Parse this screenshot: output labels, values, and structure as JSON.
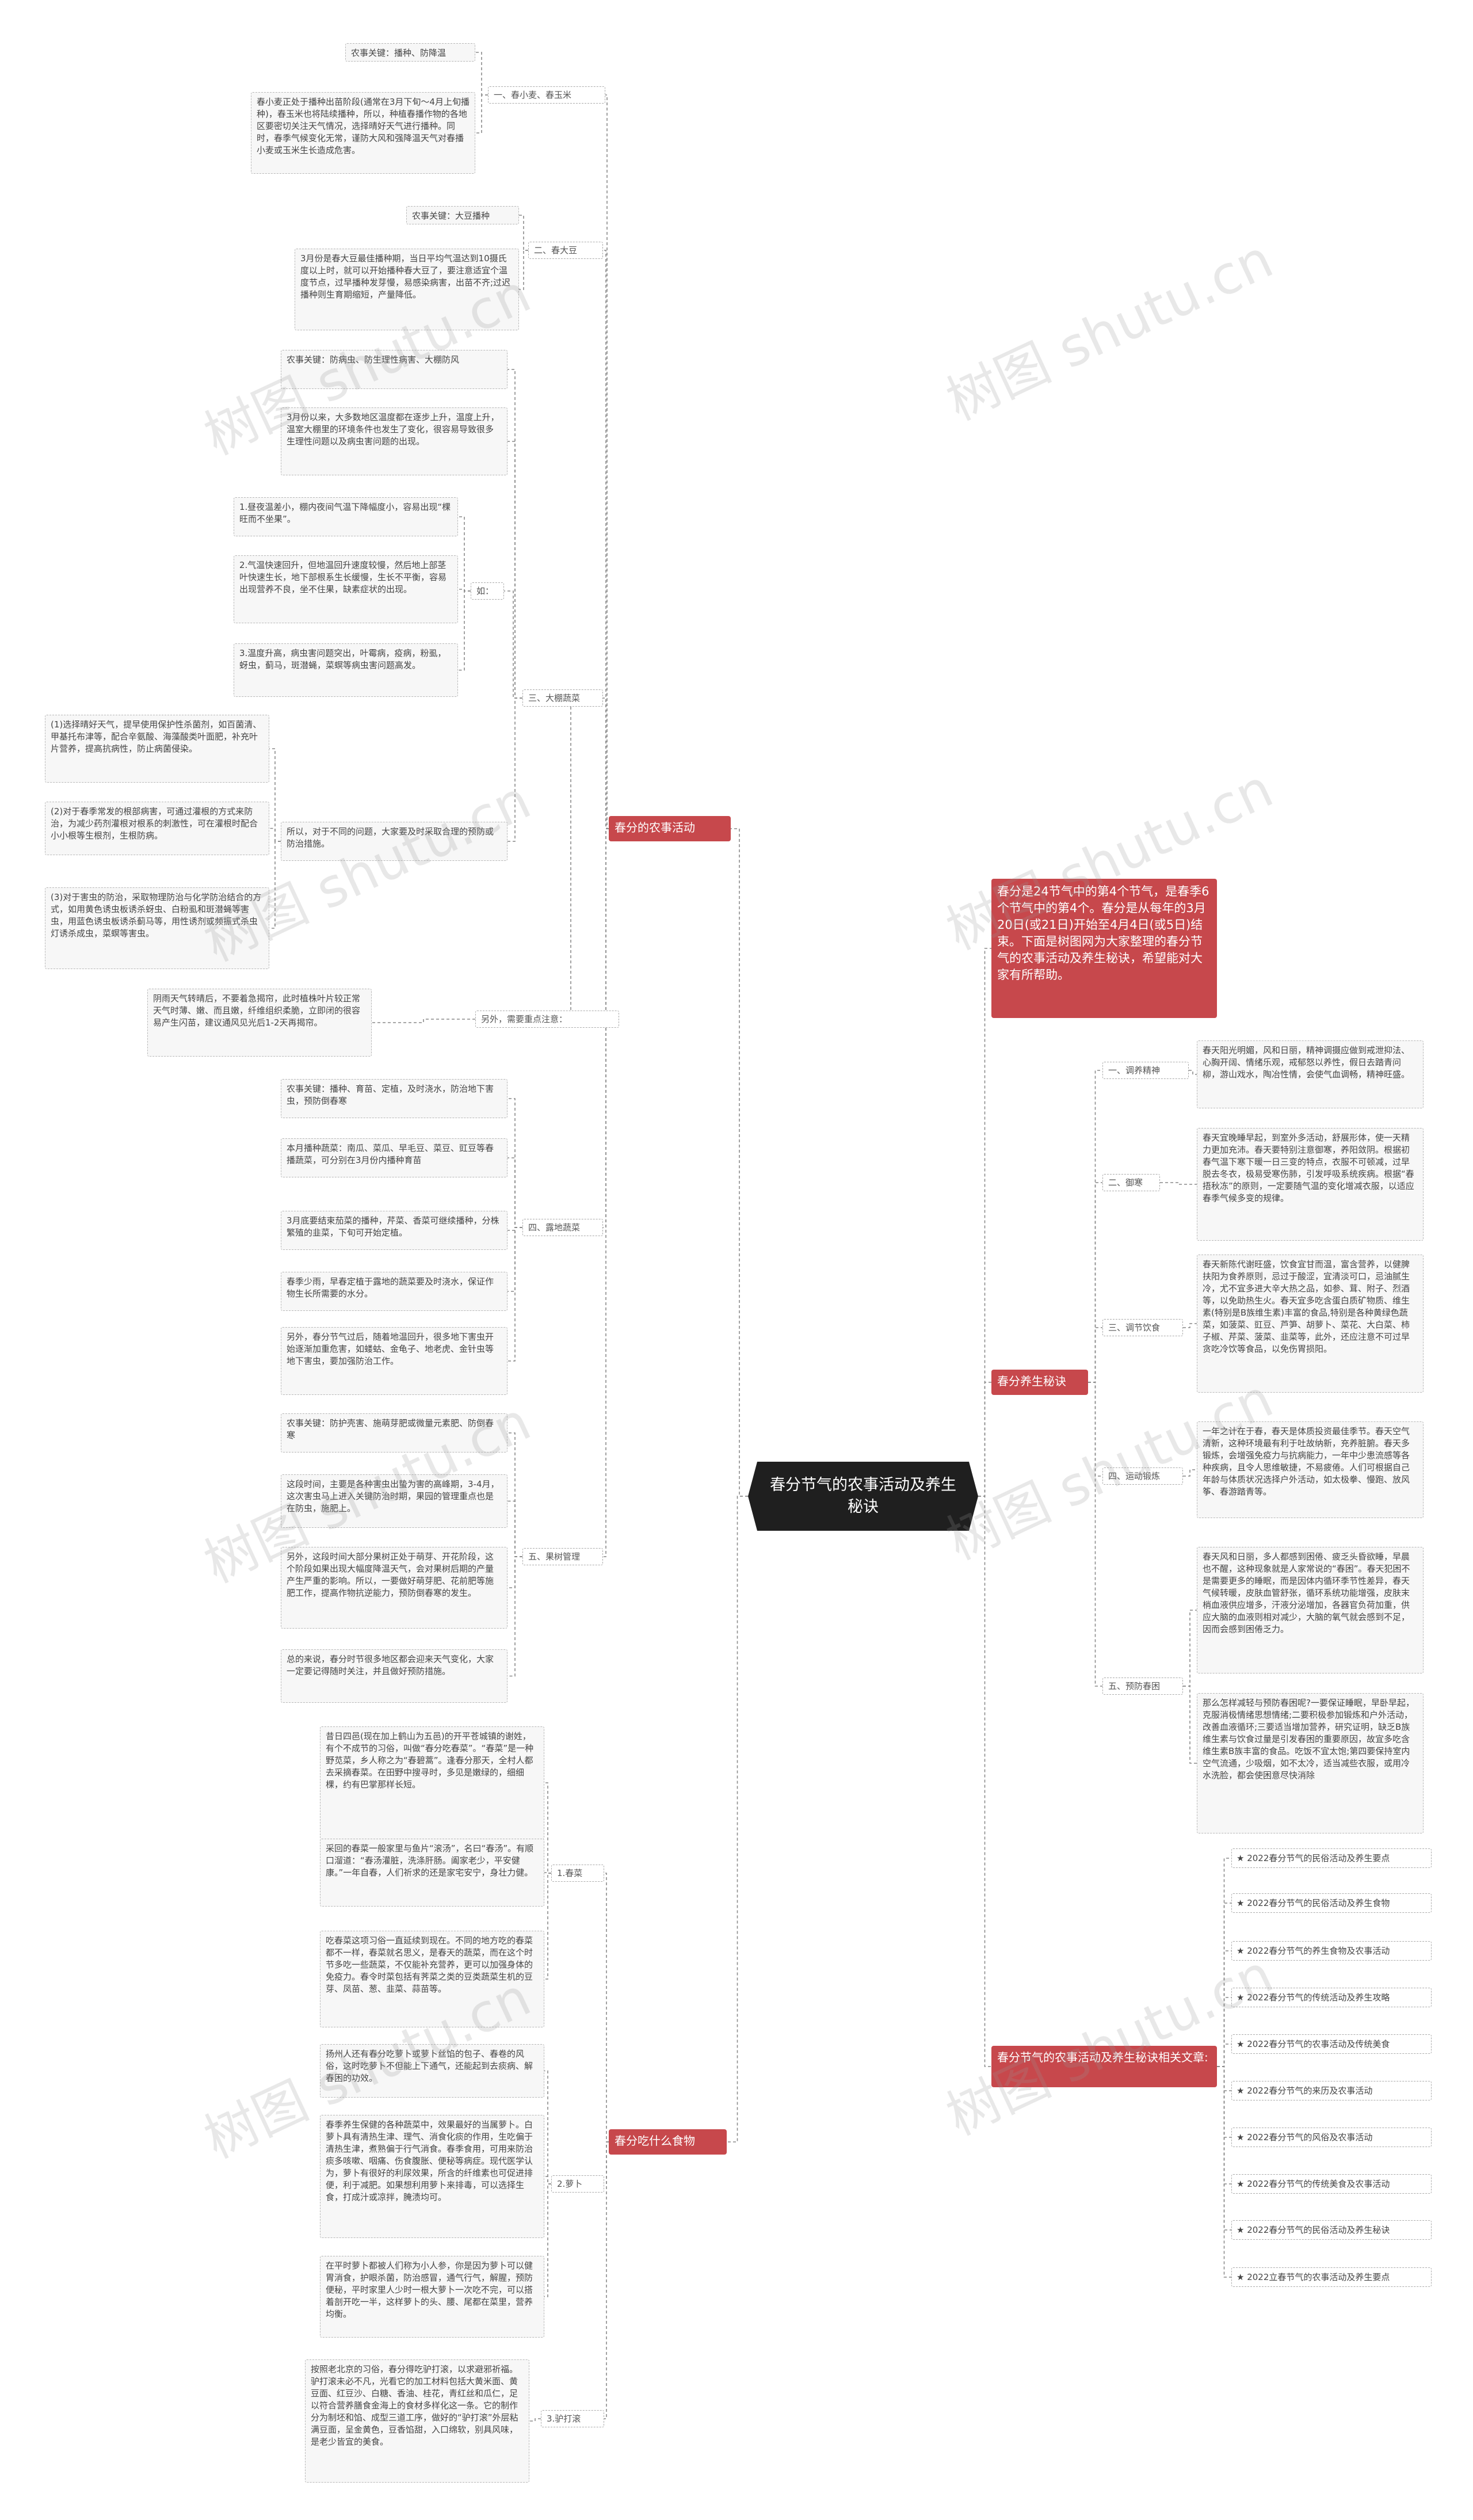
{
  "diagram": {
    "root": "春分节气的农事活动及养生秘诀",
    "intro": "春分是24节气中的第4个节气，是春季6个节气中的第4个。春分是从每年的3月20日(或21日)开始至4月4日(或5日)结束。下面是树图网为大家整理的春分节气的农事活动及养生秘诀，希望能对大家有所帮助。",
    "watermark": "树图 shutu.cn",
    "nodes": [
      {
        "id": "b_farm",
        "text": "春分的农事活动",
        "type": "branch"
      },
      {
        "id": "b_health",
        "text": "春分养生秘诀",
        "type": "branch"
      },
      {
        "id": "b_food",
        "text": "春分吃什么食物",
        "type": "branch"
      },
      {
        "id": "b_links",
        "text": "春分节气的农事活动及养生秘诀相关文章:",
        "type": "branch"
      },
      {
        "id": "f1",
        "text": "一、春小麦、春玉米",
        "type": "sub"
      },
      {
        "id": "f1a",
        "text": "农事关键：播种、防降温",
        "type": "text"
      },
      {
        "id": "f1b",
        "text": "春小麦正处于播种出苗阶段(通常在3月下旬～4月上旬播种)，春玉米也将陆续播种，所以，种植春播作物的各地区要密切关注天气情况，选择晴好天气进行播种。同时，春季气候变化无常，谨防大风和强降温天气对春播小麦或玉米生长造成危害。",
        "type": "text"
      },
      {
        "id": "f2",
        "text": "二、春大豆",
        "type": "sub"
      },
      {
        "id": "f2a",
        "text": "农事关键：大豆播种",
        "type": "text"
      },
      {
        "id": "f2b",
        "text": "3月份是春大豆最佳播种期，当日平均气温达到10摄氏度以上时，就可以开始播种春大豆了，要注意适宜个温度节点，过早播种发芽慢，易感染病害，出苗不齐;过迟播种则生育期缩短，产量降低。",
        "type": "text"
      },
      {
        "id": "f3",
        "text": "三、大棚蔬菜",
        "type": "sub"
      },
      {
        "id": "f3a",
        "text": "农事关键：防病虫、防生理性病害、大棚防风",
        "type": "text"
      },
      {
        "id": "f3b",
        "text": "3月份以来，大多数地区温度都在逐步上升，温度上升，温室大棚里的环境条件也发生了变化，很容易导致很多生理性问题以及病虫害问题的出现。",
        "type": "text"
      },
      {
        "id": "f3c",
        "text": "如：",
        "type": "sub"
      },
      {
        "id": "f3c1",
        "text": "1.昼夜温差小，棚内夜间气温下降幅度小，容易出现“棵旺而不坐果”。",
        "type": "text"
      },
      {
        "id": "f3c2",
        "text": "2.气温快速回升，但地温回升速度较慢，然后地上部茎叶快速生长，地下部根系生长缓慢，生长不平衡，容易出现营养不良，坐不住果，缺素症状的出现。",
        "type": "text"
      },
      {
        "id": "f3c3",
        "text": "3.温度升高，病虫害问题突出，叶霉病，疫病，粉虱，蚜虫，蓟马，斑潜蝇，菜螟等病虫害问题高发。",
        "type": "text"
      },
      {
        "id": "f3d",
        "text": "所以，对于不同的问题，大家要及时采取合理的预防或防治措施。",
        "type": "text"
      },
      {
        "id": "f3d1",
        "text": "(1)选择晴好天气，提早使用保护性杀菌剂，如百菌清、甲基托布津等，配合辛氨酸、海藻酸类叶面肥，补充叶片营养，提高抗病性，防止病菌侵染。",
        "type": "text"
      },
      {
        "id": "f3d2",
        "text": "(2)对于春季常发的根部病害，可通过灌根的方式来防治，为减少药剂灌根对根系的刺激性，可在灌根时配合小小根等生根剂，生根防病。",
        "type": "text"
      },
      {
        "id": "f3d3",
        "text": "(3)对于害虫的防治，采取物理防治与化学防治结合的方式，如用黄色诱虫板诱杀蚜虫、白粉虱和斑潜蝇等害虫，用蓝色诱虫板诱杀蓟马等，用性诱剂或频振式杀虫灯诱杀成虫，菜螟等害虫。",
        "type": "text"
      },
      {
        "id": "f3e",
        "text": "另外，需要重点注意：",
        "type": "sub"
      },
      {
        "id": "f3e1",
        "text": "阴雨天气转晴后，不要着急揭帘，此时植株叶片较正常天气时薄、嫩、而且嫩，纤维组织柔脆，立即闭的很容易产生闪苗，建议通风见光后1-2天再揭帘。",
        "type": "text"
      },
      {
        "id": "f4",
        "text": "四、露地蔬菜",
        "type": "sub"
      },
      {
        "id": "f4a",
        "text": "农事关键：播种、育苗、定植，及时浇水，防治地下害虫，预防倒春寒",
        "type": "text"
      },
      {
        "id": "f4b",
        "text": "本月播种蔬菜：南瓜、菜瓜、早毛豆、菜豆、豇豆等春播蔬菜，可分别在3月份内播种育苗",
        "type": "text"
      },
      {
        "id": "f4c",
        "text": "3月底要结束茄菜的播种，芹菜、香菜可继续播种，分株繁殖的韭菜，下旬可开始定植。",
        "type": "text"
      },
      {
        "id": "f4d",
        "text": "春季少雨，早春定植于露地的蔬菜要及时浇水，保证作物生长所需要的水分。",
        "type": "text"
      },
      {
        "id": "f4e",
        "text": "另外，春分节气过后，随着地温回升，很多地下害虫开始逐渐加重危害，如蝼蛄、金龟子、地老虎、金针虫等地下害虫，要加强防治工作。",
        "type": "text"
      },
      {
        "id": "f5",
        "text": "五、果树管理",
        "type": "sub"
      },
      {
        "id": "f5a",
        "text": "农事关键：防护壳害、施萌芽肥或微量元素肥、防倒春寒",
        "type": "text"
      },
      {
        "id": "f5b",
        "text": "这段时间，主要是各种害虫出蛰为害的高峰期，3-4月，这次害虫马上进入关键防治时期，果园的管理重点也是在防虫，施肥上。",
        "type": "text"
      },
      {
        "id": "f5c",
        "text": "另外，这段时间大部分果树正处于萌芽、开花阶段，这个阶段如果出现大幅度降温天气，会对果树后期的产量产生严重的影响。所以，一要做好萌芽肥、花前肥等施肥工作，提高作物抗逆能力，预防倒春寒的发生。",
        "type": "text"
      },
      {
        "id": "f5d",
        "text": "总的来说，春分时节很多地区都会迎来天气变化，大家一定要记得随时关注，并且做好预防措施。",
        "type": "text"
      },
      {
        "id": "h1",
        "text": "一、调养精神",
        "type": "sub"
      },
      {
        "id": "h1a",
        "text": "春天阳光明媚，风和日丽，精神调摄应做到戒泄抑法、心胸开阔、情绪乐观，戒郁怒以养性，假日去踏青问柳，游山戏水，陶冶性情，会使气血调畅，精神旺盛。",
        "type": "text"
      },
      {
        "id": "h2",
        "text": "二、御寒",
        "type": "sub"
      },
      {
        "id": "h2a",
        "text": "春天宜晚睡早起，到室外多活动，舒展形体，使一天精力更加充沛。春天要特别注意御寒，养阳敛阴。根据初春气温下寒下暖一日三变的特点，衣服不可顿减，过早脱去冬衣，极易受寒伤肺，引发呼吸系统疾病。根据“春捂秋冻”的原则，一定要随气温的变化增减衣服，以适应春季气候多变的规律。",
        "type": "text"
      },
      {
        "id": "h3",
        "text": "三、调节饮食",
        "type": "sub"
      },
      {
        "id": "h3a",
        "text": "春天新陈代谢旺盛，饮食宜甘而温，富含营养，以健脾扶阳为食养原则，忌过于酸涩，宜清淡可口，忌油腻生冷，尤不宜多进大辛大热之品，如参、茸、附子、烈酒等，以免助热生火。春天宜多吃含蛋白质矿物质、维生素(特别是B族维生素)丰富的食品,特别是各种黄绿色蔬菜，如菠菜、豇豆、芦笋、胡萝卜、菜花、大白菜、柿子椒、芹菜、菠菜、韭菜等，此外，还应注意不可过早贪吃冷饮等食品，以免伤胃损阳。",
        "type": "text"
      },
      {
        "id": "h4",
        "text": "四、运动锻炼",
        "type": "sub"
      },
      {
        "id": "h4a",
        "text": "一年之计在于春，春天是体质投资最佳季节。春天空气清新，这种环境最有利于吐故纳新，充养脏腑。春天多锻炼，会增强免疫力与抗病能力，一年中少患流感等各种疾病，且令人思维敏捷，不易疲倦。人们可根据自己年龄与体质状况选择户外活动，如太极拳、慢跑、放风筝、春游踏青等。",
        "type": "text"
      },
      {
        "id": "h5",
        "text": "五、预防春困",
        "type": "sub"
      },
      {
        "id": "h5a",
        "text": "春天风和日丽，多人都感到困倦、疲乏头昏欲睡，早晨也不醒，这种现象就是人家常说的“春困”。春天犯困不是需要更多的睡眠，而是因体内循环季节性差异，春天气候转暖，皮肤血管舒张，循环系统功能增强，皮肤末梢血液供应增多，汗液分泌增加，各器官负荷加重，供应大脑的血液则相对减少，大脑的氧气就会感到不足，因而会感到困倦乏力。",
        "type": "text"
      },
      {
        "id": "h5b",
        "text": "那么怎样减轻与预防春困呢?一要保证睡眠，早卧早起，克服消极情绪思想情绪;二要积极参加锻炼和户外活动，改善血液循环;三要适当增加营养，研究证明，缺乏B族维生素与饮食过量是引发春困的重要原因，故宜多吃含维生素B族丰富的食品。吃饭不宜太饱;第四要保持室内空气流通，少吸烟，如不太冷，适当减些衣服，或用冷水洗脸，都会使困意尽快消除",
        "type": "text"
      },
      {
        "id": "d1",
        "text": "1.春菜",
        "type": "sub"
      },
      {
        "id": "d1a",
        "text": "昔日四邑(现在加上鹤山为五邑)的开平苍城镇的谢姓，有个不成节的习俗，叫做“春分吃春菜”。“春菜”是一种野苋菜，乡人称之为“春碧蒿”。逢春分那天，全村人都去采摘春菜。在田野中搜寻时，多见是嫩绿的，细细棵，约有巴掌那样长短。",
        "type": "text"
      },
      {
        "id": "d1b",
        "text": "采回的春菜一般家里与鱼片“滚汤”，名曰“春汤”。有顺口溜道：“春汤灌脏，洗涤肝肠。阖家老少，平安健康。”一年自春，人们祈求的还是家宅安宁，身壮力健。",
        "type": "text"
      },
      {
        "id": "d1c",
        "text": "吃春菜这项习俗一直延续到现在。不同的地方吃的春菜都不一样，春菜就名思义，是春天的蔬菜，而在这个时节多吃一些蔬菜，不仅能补充营养，更可以加强身体的免疫力。春令时菜包括有荠菜之类的豆类蔬菜生机的豆芽、凤苗、葱、韭菜、蒜苗等。",
        "type": "text"
      },
      {
        "id": "d2",
        "text": "2.萝卜",
        "type": "sub"
      },
      {
        "id": "d2a",
        "text": "扬州人还有春分吃萝卜或萝卜丝馅的包子、春卷的风俗，这时吃萝卜不但能上下通气，还能起到去痰病、解春困的功效。",
        "type": "text"
      },
      {
        "id": "d2b",
        "text": "春季养生保健的各种蔬菜中，效果最好的当属萝卜。白萝卜具有清热生津、理气、消食化痰的作用，生吃偏于清热生津，煮熟偏于行气消食。春季食用，可用来防治痰多咳嗽、咽痛、伤食腹胀、便秘等病症。现代医学认为，萝卜有很好的利尿效果，所含的纤维素也可促进排便，利于减肥。如果想利用萝卜来排毒，可以选择生食，打成汁或凉拌，腌渍均可。",
        "type": "text"
      },
      {
        "id": "d2c",
        "text": "在平时萝卜都被人们称为小人参，你是因为萝卜可以健胃消食，护眼杀菌，防治感冒，通气行气，解腥，预防便秘，平时家里人少时一根大萝卜一次吃不完，可以搭着剖开吃一半，这样萝卜的头、腰、尾都在菜里，营养均衡。",
        "type": "text"
      },
      {
        "id": "d3",
        "text": "3.驴打滚",
        "type": "sub"
      },
      {
        "id": "d3a",
        "text": "按照老北京的习俗，春分得吃驴打滚，以求避邪祈福。驴打滚未必不凡，光看它的加工材料包括大黄米面、黄豆面、红豆沙、白糖、香油、桂花，青红丝和瓜仁，足以符合营养膳食金海上的食材多样化这一条。它的制作分为制坯和馅、成型三道工序，做好的“驴打滚”外层粘满豆面，呈金黄色，豆香馅甜，入口绵软，别具风味，是老少皆宜的美食。",
        "type": "text"
      },
      {
        "id": "l1",
        "text": "★ 2022春分节气的民俗活动及养生要点",
        "type": "link"
      },
      {
        "id": "l2",
        "text": "★ 2022春分节气的民俗活动及养生食物",
        "type": "link"
      },
      {
        "id": "l3",
        "text": "★ 2022春分节气的养生食物及农事活动",
        "type": "link"
      },
      {
        "id": "l4",
        "text": "★ 2022春分节气的传统活动及养生攻略",
        "type": "link"
      },
      {
        "id": "l5",
        "text": "★ 2022春分节气的农事活动及传统美食",
        "type": "link"
      },
      {
        "id": "l6",
        "text": "★ 2022春分节气的来历及农事活动",
        "type": "link"
      },
      {
        "id": "l7",
        "text": "★ 2022春分节气的风俗及农事活动",
        "type": "link"
      },
      {
        "id": "l8",
        "text": "★ 2022春分节气的传统美食及农事活动",
        "type": "link"
      },
      {
        "id": "l9",
        "text": "★ 2022春分节气的民俗活动及养生秘诀",
        "type": "link"
      },
      {
        "id": "l10",
        "text": "★ 2022立春节气的农事活动及养生要点",
        "type": "link"
      }
    ],
    "edges": [
      [
        "root",
        "b_farm"
      ],
      [
        "root",
        "b_food"
      ],
      [
        "root",
        "intro"
      ],
      [
        "root",
        "b_health"
      ],
      [
        "root",
        "b_links"
      ],
      [
        "b_farm",
        "f1"
      ],
      [
        "b_farm",
        "f2"
      ],
      [
        "b_farm",
        "f3"
      ],
      [
        "b_farm",
        "f4"
      ],
      [
        "b_farm",
        "f5"
      ],
      [
        "f1",
        "f1a"
      ],
      [
        "f1",
        "f1b"
      ],
      [
        "f2",
        "f2a"
      ],
      [
        "f2",
        "f2b"
      ],
      [
        "f3",
        "f3a"
      ],
      [
        "f3",
        "f3b"
      ],
      [
        "f3",
        "f3c"
      ],
      [
        "f3",
        "f3d"
      ],
      [
        "f3",
        "f3e"
      ],
      [
        "f3c",
        "f3c1"
      ],
      [
        "f3c",
        "f3c2"
      ],
      [
        "f3c",
        "f3c3"
      ],
      [
        "f3d",
        "f3d1"
      ],
      [
        "f3d",
        "f3d2"
      ],
      [
        "f3d",
        "f3d3"
      ],
      [
        "f3e",
        "f3e1"
      ],
      [
        "f4",
        "f4a"
      ],
      [
        "f4",
        "f4b"
      ],
      [
        "f4",
        "f4c"
      ],
      [
        "f4",
        "f4d"
      ],
      [
        "f4",
        "f4e"
      ],
      [
        "f5",
        "f5a"
      ],
      [
        "f5",
        "f5b"
      ],
      [
        "f5",
        "f5c"
      ],
      [
        "f5",
        "f5d"
      ],
      [
        "b_health",
        "h1"
      ],
      [
        "b_health",
        "h2"
      ],
      [
        "b_health",
        "h3"
      ],
      [
        "b_health",
        "h4"
      ],
      [
        "b_health",
        "h5"
      ],
      [
        "h1",
        "h1a"
      ],
      [
        "h2",
        "h2a"
      ],
      [
        "h3",
        "h3a"
      ],
      [
        "h4",
        "h4a"
      ],
      [
        "h5",
        "h5a"
      ],
      [
        "h5",
        "h5b"
      ],
      [
        "b_food",
        "d1"
      ],
      [
        "b_food",
        "d2"
      ],
      [
        "b_food",
        "d3"
      ],
      [
        "d1",
        "d1a"
      ],
      [
        "d1",
        "d1b"
      ],
      [
        "d1",
        "d1c"
      ],
      [
        "d2",
        "d2a"
      ],
      [
        "d2",
        "d2b"
      ],
      [
        "d2",
        "d2c"
      ],
      [
        "d3",
        "d3a"
      ],
      [
        "b_links",
        "l1"
      ],
      [
        "b_links",
        "l2"
      ],
      [
        "b_links",
        "l3"
      ],
      [
        "b_links",
        "l4"
      ],
      [
        "b_links",
        "l5"
      ],
      [
        "b_links",
        "l6"
      ],
      [
        "b_links",
        "l7"
      ],
      [
        "b_links",
        "l8"
      ],
      [
        "b_links",
        "l9"
      ],
      [
        "b_links",
        "l10"
      ]
    ]
  }
}
